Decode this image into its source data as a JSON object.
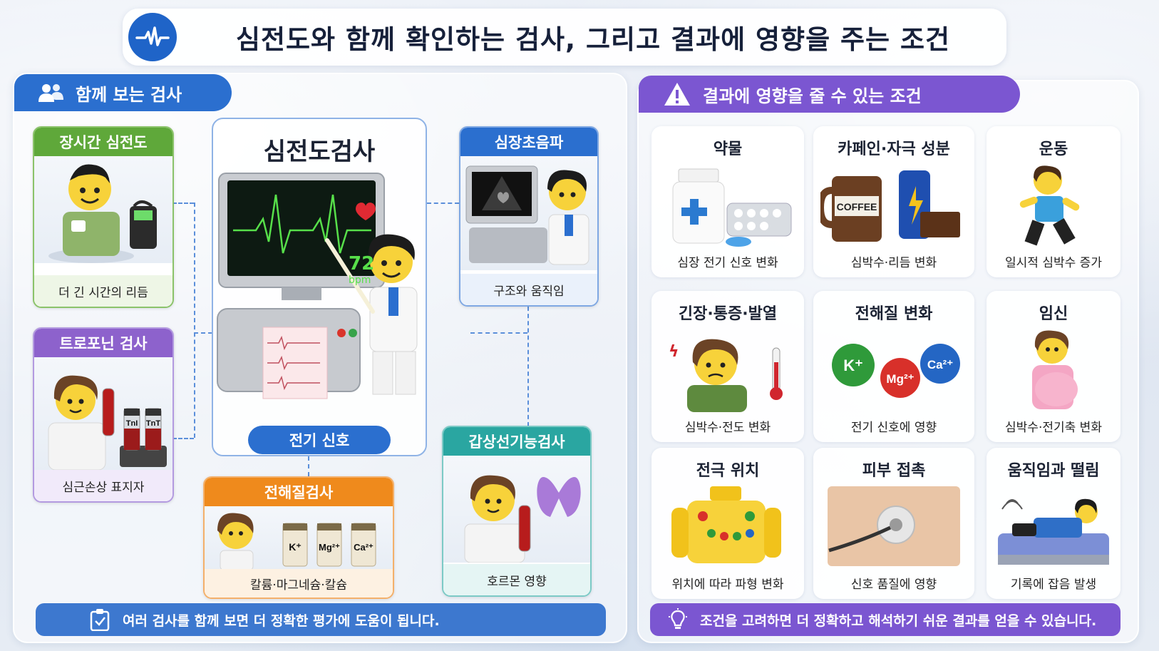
{
  "title": "심전도와 함께 확인하는 검사, 그리고 결과에 영향을 주는 조건",
  "icons": {
    "title": "ecg-wave-icon",
    "left_section": "people-icon",
    "right_section": "warning-icon",
    "left_footer": "clipboard-check-icon",
    "right_footer": "lightbulb-icon"
  },
  "colors": {
    "primary_blue": "#2b6fcf",
    "purple": "#7b56d1",
    "green": "#5fa83a",
    "orange": "#ef8a1c",
    "teal": "#2aa6a1"
  },
  "left_section": {
    "header": "함께 보는 검사",
    "center": {
      "title": "심전도검사",
      "heart_rate": "72",
      "heart_rate_unit": "bpm",
      "pill": "전기 신호"
    },
    "cards": {
      "holter": {
        "title": "장시간 심전도",
        "caption": "더 긴 시간의 리듬"
      },
      "troponin": {
        "title": "트로포닌 검사",
        "caption": "심근손상 표지자",
        "vial1": "TnI",
        "vial2": "TnT"
      },
      "echo": {
        "title": "심장초음파",
        "caption": "구조와 움직임"
      },
      "electrolyte": {
        "title": "전해질검사",
        "caption": "칼륨·마그네슘·칼슘",
        "ions": [
          "K⁺",
          "Mg²⁺",
          "Ca²⁺"
        ]
      },
      "thyroid": {
        "title": "갑상선기능검사",
        "caption": "호르몬 영향"
      }
    },
    "footer": "여러 검사를 함께 보면 더 정확한 평가에 도움이 됩니다."
  },
  "right_section": {
    "header": "결과에 영향을 줄 수 있는 조건",
    "conditions": [
      {
        "title": "약물",
        "caption": "심장 전기 신호 변화",
        "icon": "medicine-bottle-icon"
      },
      {
        "title": "카페인·자극 성분",
        "caption": "심박수·리듬 변화",
        "icon": "coffee-mug-icon",
        "mug_label": "COFFEE"
      },
      {
        "title": "운동",
        "caption": "일시적 심박수 증가",
        "icon": "running-person-icon"
      },
      {
        "title": "긴장·통증·발열",
        "caption": "심박수·전도 변화",
        "icon": "stressed-person-icon"
      },
      {
        "title": "전해질 변화",
        "caption": "전기 신호에 영향",
        "icon": "electrolyte-balls-icon",
        "ions": [
          "K⁺",
          "Mg²⁺",
          "Ca²⁺"
        ]
      },
      {
        "title": "임신",
        "caption": "심박수·전기축 변화",
        "icon": "pregnant-person-icon"
      },
      {
        "title": "전극 위치",
        "caption": "위치에 따라 파형 변화",
        "icon": "electrode-torso-icon"
      },
      {
        "title": "피부 접촉",
        "caption": "신호 품질에 영향",
        "icon": "skin-electrode-icon"
      },
      {
        "title": "움직임과 떨림",
        "caption": "기록에 잡음 발생",
        "icon": "patient-bed-icon"
      }
    ],
    "footer": "조건을 고려하면 더 정확하고 해석하기 쉬운 결과를 얻을 수 있습니다."
  }
}
